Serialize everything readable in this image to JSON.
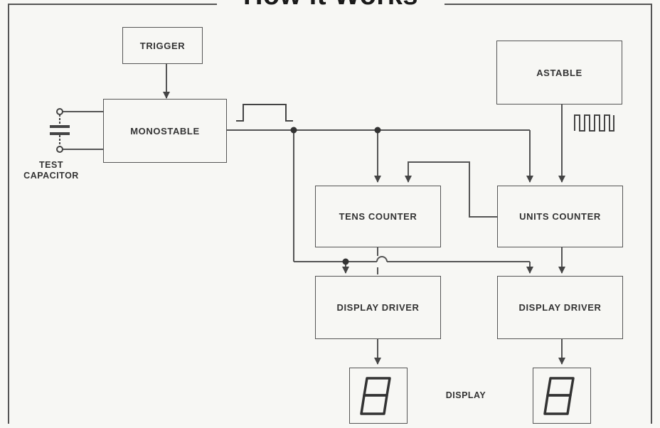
{
  "title": "How it Works",
  "blocks": {
    "trigger": "TRIGGER",
    "monostable": "MONOSTABLE",
    "astable": "ASTABLE",
    "tens_counter": "TENS COUNTER",
    "units_counter": "UNITS COUNTER",
    "display_driver_left": "DISPLAY DRIVER",
    "display_driver_right": "DISPLAY DRIVER"
  },
  "labels": {
    "test_capacitor_line1": "TEST",
    "test_capacitor_line2": "CAPACITOR",
    "display": "DISPLAY"
  },
  "icons": [
    "pulse-waveform-icon",
    "square-wave-icon",
    "capacitor-icon",
    "seven-segment-digit-icon"
  ],
  "colors": {
    "line": "#555555",
    "background": "#f7f7f4",
    "text": "#333333"
  }
}
